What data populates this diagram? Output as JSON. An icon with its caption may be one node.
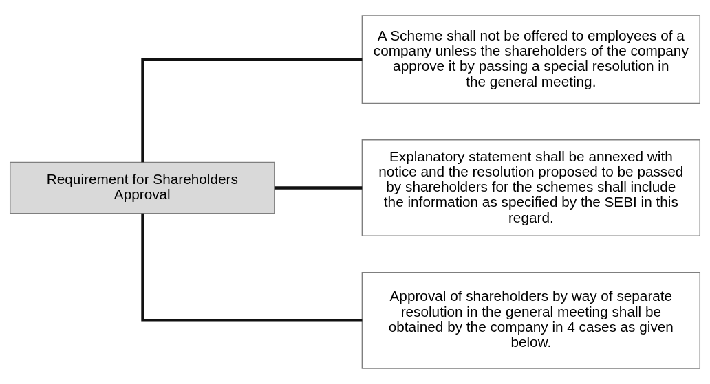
{
  "diagram": {
    "nodes": [
      {
        "text": [
          "Requirement for Shareholders Approval"
        ]
      },
      {
        "text": [
          "A Scheme shall not be offered to employees of a company unless the shareholders of the company approve it by passing a special resolution in the general meeting."
        ]
      },
      {
        "text": [
          "Explanatory statement shall be annexed with notice and the resolution proposed to be passed by shareholders for the schemes shall include the information as specified by the SEBI in this regard."
        ]
      },
      {
        "text": [
          "Approval of shareholders by way of separate resolution in the general meeting shall be obtained by the company in 4 cases as given below."
        ]
      }
    ],
    "edges": [
      {
        "from": 0,
        "to": 1,
        "arrow": "none"
      },
      {
        "from": 0,
        "to": 2,
        "arrow": "none"
      },
      {
        "from": 0,
        "to": 3,
        "arrow": "none"
      }
    ]
  }
}
